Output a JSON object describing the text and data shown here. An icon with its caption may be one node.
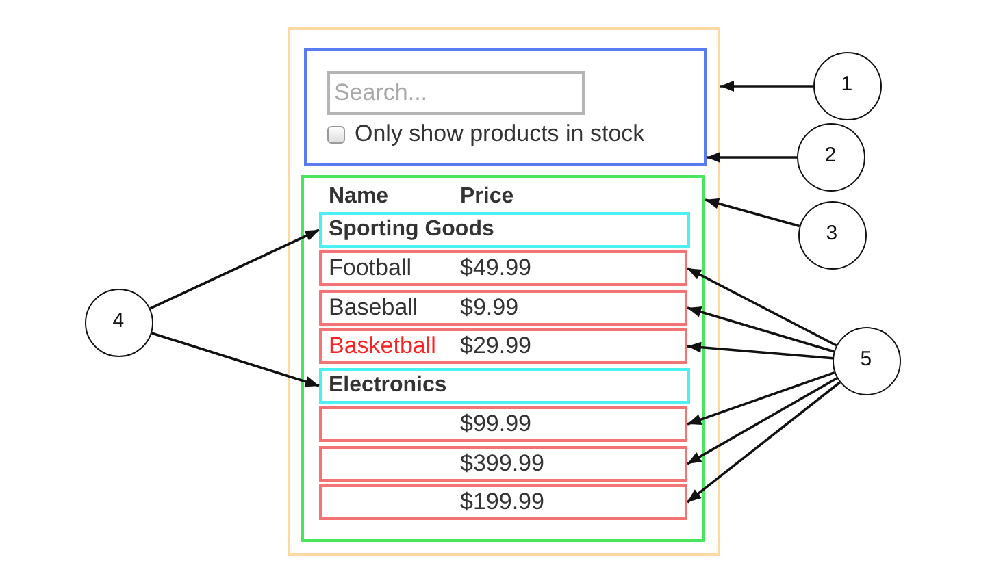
{
  "diagram": {
    "nodes": [
      {
        "text": [],
        "shape": "box"
      },
      {
        "text": [
          "Search...",
          "Only show products in stock"
        ],
        "in": 0
      },
      {
        "text": [
          "Name",
          "Price"
        ],
        "in": 0
      },
      {
        "text": [
          "Sporting Goods"
        ],
        "in": 2
      },
      {
        "text": [
          "Football",
          "$49.99"
        ],
        "in": 2
      },
      {
        "text": [
          "Baseball",
          "$9.99"
        ],
        "in": 2
      },
      {
        "text": [
          "Basketball",
          "$29.99"
        ],
        "in": 2
      },
      {
        "text": [
          "Electronics"
        ],
        "in": 2
      },
      {
        "text": [
          "$99.99"
        ],
        "in": 2
      },
      {
        "text": [
          "$399.99"
        ],
        "in": 2
      },
      {
        "text": [
          "$199.99"
        ],
        "in": 2
      },
      {
        "text": [
          "1"
        ]
      },
      {
        "text": [
          "2"
        ]
      },
      {
        "text": [
          "3"
        ]
      },
      {
        "text": [
          "4"
        ]
      },
      {
        "text": [
          "5"
        ]
      }
    ],
    "edges": [
      {
        "from": 11,
        "to": 0,
        "arrow": "to"
      },
      {
        "from": 12,
        "to": 1,
        "arrow": "to"
      },
      {
        "from": 13,
        "to": 2,
        "arrow": "to"
      },
      {
        "from": 14,
        "to": 3,
        "arrow": "to"
      },
      {
        "from": 14,
        "to": 7,
        "arrow": "to"
      },
      {
        "from": 15,
        "to": 4,
        "arrow": "to"
      },
      {
        "from": 15,
        "to": 5,
        "arrow": "to"
      },
      {
        "from": 15,
        "to": 6,
        "arrow": "to"
      },
      {
        "from": 15,
        "to": 8,
        "arrow": "to"
      },
      {
        "from": 15,
        "to": 9,
        "arrow": "to"
      },
      {
        "from": 15,
        "to": 10,
        "arrow": "to"
      }
    ]
  }
}
